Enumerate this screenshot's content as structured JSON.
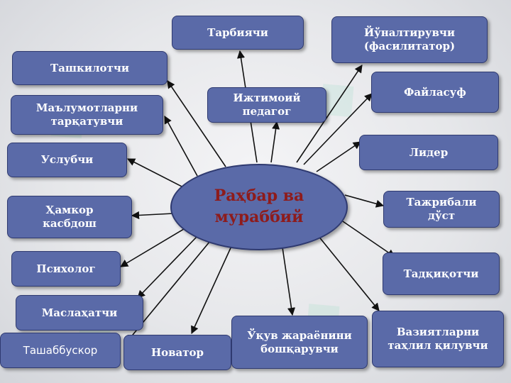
{
  "center": {
    "label": "Раҳбар ва\nмураббий"
  },
  "roles": [
    {
      "id": "tarbiyachi",
      "label": "Тарбиячи"
    },
    {
      "id": "yunaltiruvchi",
      "label": "Йўналтирувчи\n(фасилитатор)"
    },
    {
      "id": "tashkilotchi",
      "label": "Ташкилотчи"
    },
    {
      "id": "ijtimoiy",
      "label": "Ижтимоий\nпедагог"
    },
    {
      "id": "faylasuf",
      "label": "Файласуф"
    },
    {
      "id": "malumot",
      "label": "Маълумотларни\nтарқатувчи"
    },
    {
      "id": "lider",
      "label": "Лидер"
    },
    {
      "id": "uslubchi",
      "label": "Услубчи"
    },
    {
      "id": "tajribali",
      "label": "Тажрибали\nдўст"
    },
    {
      "id": "hamkor",
      "label": "Ҳамкор\nкасбдош"
    },
    {
      "id": "psixolog",
      "label": "Психолог"
    },
    {
      "id": "tadqiqotchi",
      "label": "Тадқиқотчи"
    },
    {
      "id": "maslahatchi",
      "label": "Маслаҳатчи"
    },
    {
      "id": "vaziyat",
      "label": "Вазиятларни\nтаҳлил қилувчи"
    },
    {
      "id": "tashabbuskor",
      "label": "Ташаббускор"
    },
    {
      "id": "novator",
      "label": "Новатор"
    },
    {
      "id": "uquv",
      "label": "Ўқув жараёнини\nбошқарувчи"
    }
  ],
  "colors": {
    "box_fill": "#5a6aa8",
    "box_border": "#2f3a70",
    "center_text": "#8e1b1b",
    "arrow": "#111111"
  }
}
